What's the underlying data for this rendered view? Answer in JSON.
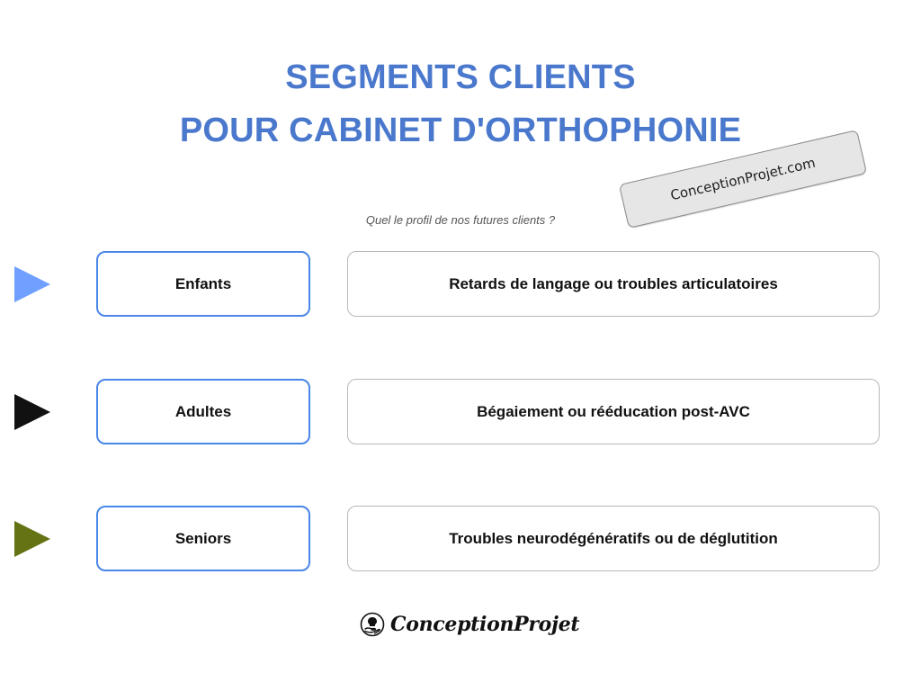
{
  "header": {
    "title_line1": "SEGMENTS CLIENTS",
    "title_line2": "POUR CABINET D'ORTHOPHONIE",
    "stamp_text": "ConceptionProjet.com"
  },
  "question": "Quel le profil de nos futures clients ?",
  "rows": [
    {
      "segment": "Enfants",
      "description": "Retards de langage ou troubles articulatoires",
      "marker_color": "#6fa0ff"
    },
    {
      "segment": "Adultes",
      "description": "Bégaiement ou rééducation post-AVC",
      "marker_color": "#111111"
    },
    {
      "segment": "Seniors",
      "description": "Troubles neurodégénératifs ou de déglutition",
      "marker_color": "#667314"
    }
  ],
  "footer": {
    "logo_text": "ConceptionProjet",
    "logo_icon": "hand-bulb-icon"
  },
  "colors": {
    "title": "#4a78cc",
    "segment_border": "#4a86e8",
    "description_border": "#b8b8b8"
  }
}
